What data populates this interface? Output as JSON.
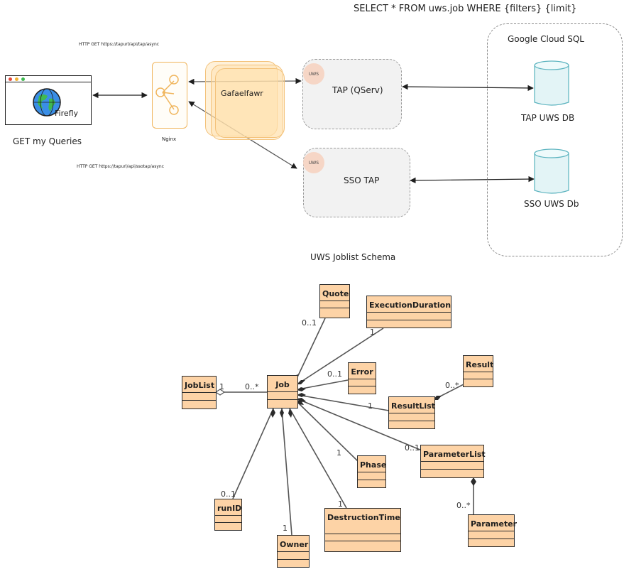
{
  "architecture": {
    "query_text": "SELECT * FROM uws.job WHERE {filters} {limit}",
    "cloud_group_label": "Google Cloud SQL",
    "firefly_label": "Firefly",
    "client_caption": "GET my Queries",
    "nginx_label": "Nginx",
    "gafaelfawr_label": "Gafaelfawr",
    "tap_label": "TAP (QServ)",
    "sso_tap_label": "SSO TAP",
    "uws_badge": "UWS",
    "tap_db_label": "TAP UWS DB",
    "sso_db_label": "SSO UWS Db",
    "http_tap": "HTTP GET https://tapurl/api/tap/async",
    "http_sso": "HTTP GET https://tapurl/api/ssotap/async"
  },
  "schema": {
    "title": "UWS Joblist Schema",
    "classes": {
      "quote": "Quote",
      "execution_duration": "ExecutionDuration",
      "error": "Error",
      "result": "Result",
      "joblist": "JobList",
      "job": "Job",
      "result_list": "ResultList",
      "phase": "Phase",
      "parameter_list": "ParameterList",
      "runid": "runID",
      "destruction_time": "DestructionTime",
      "owner": "Owner",
      "parameter": "Parameter"
    },
    "multiplicities": {
      "quote": "0..1",
      "execution_duration": "1",
      "error": "0..1",
      "result": "0..*",
      "joblist": "1",
      "job": "0..*",
      "result_list": "1",
      "parameter_list": "0..1",
      "phase": "1",
      "runid": "0..1",
      "destruction_time": "1",
      "owner": "1",
      "parameter": "0..*"
    }
  }
}
